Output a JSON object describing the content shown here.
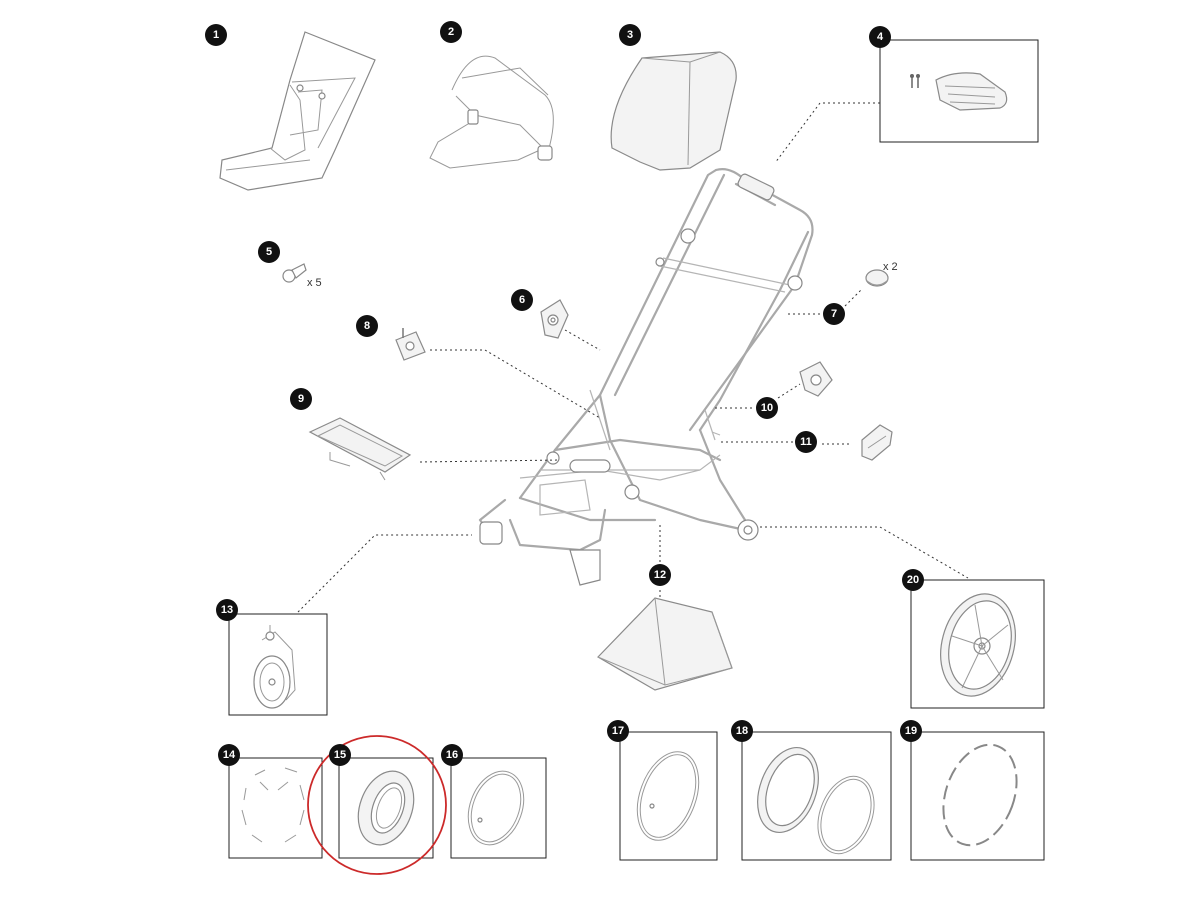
{
  "parts": [
    {
      "number": "1"
    },
    {
      "number": "2"
    },
    {
      "number": "3"
    },
    {
      "number": "4"
    },
    {
      "number": "5"
    },
    {
      "number": "6"
    },
    {
      "number": "7"
    },
    {
      "number": "8"
    },
    {
      "number": "9"
    },
    {
      "number": "10"
    },
    {
      "number": "11"
    },
    {
      "number": "12"
    },
    {
      "number": "13"
    },
    {
      "number": "14"
    },
    {
      "number": "15"
    },
    {
      "number": "16"
    },
    {
      "number": "17"
    },
    {
      "number": "18"
    },
    {
      "number": "19"
    },
    {
      "number": "20"
    }
  ],
  "quantities": {
    "part5": "x 5",
    "part7": "x 2"
  },
  "highlight": {
    "part": "15",
    "color": "#cc2a2a"
  },
  "colors": {
    "badge": "#111111",
    "line_art": "#8a8a8a",
    "frame": "#a9a9a9"
  }
}
